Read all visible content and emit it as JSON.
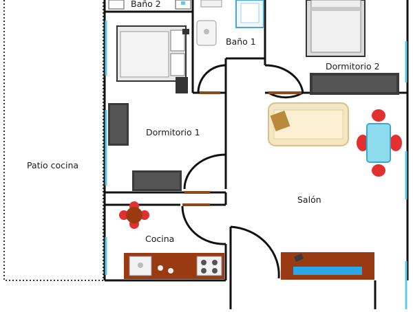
{
  "rooms": {
    "bano2": "Baño 2",
    "bano1": "Baño 1",
    "dormitorio2": "Dormitorio 2",
    "dormitorio1": "Dormitorio 1",
    "patio": "Patio cocina",
    "salon": "Salón",
    "cocina": "Cocina"
  },
  "colors": {
    "wall": "#111111",
    "window": "#5ecae8",
    "door_threshold": "#8a4a1a",
    "sofa": "#f4e6c0",
    "wood": "#9a3a12",
    "chair_red": "#e03030",
    "table_glass": "#8fdcef"
  }
}
